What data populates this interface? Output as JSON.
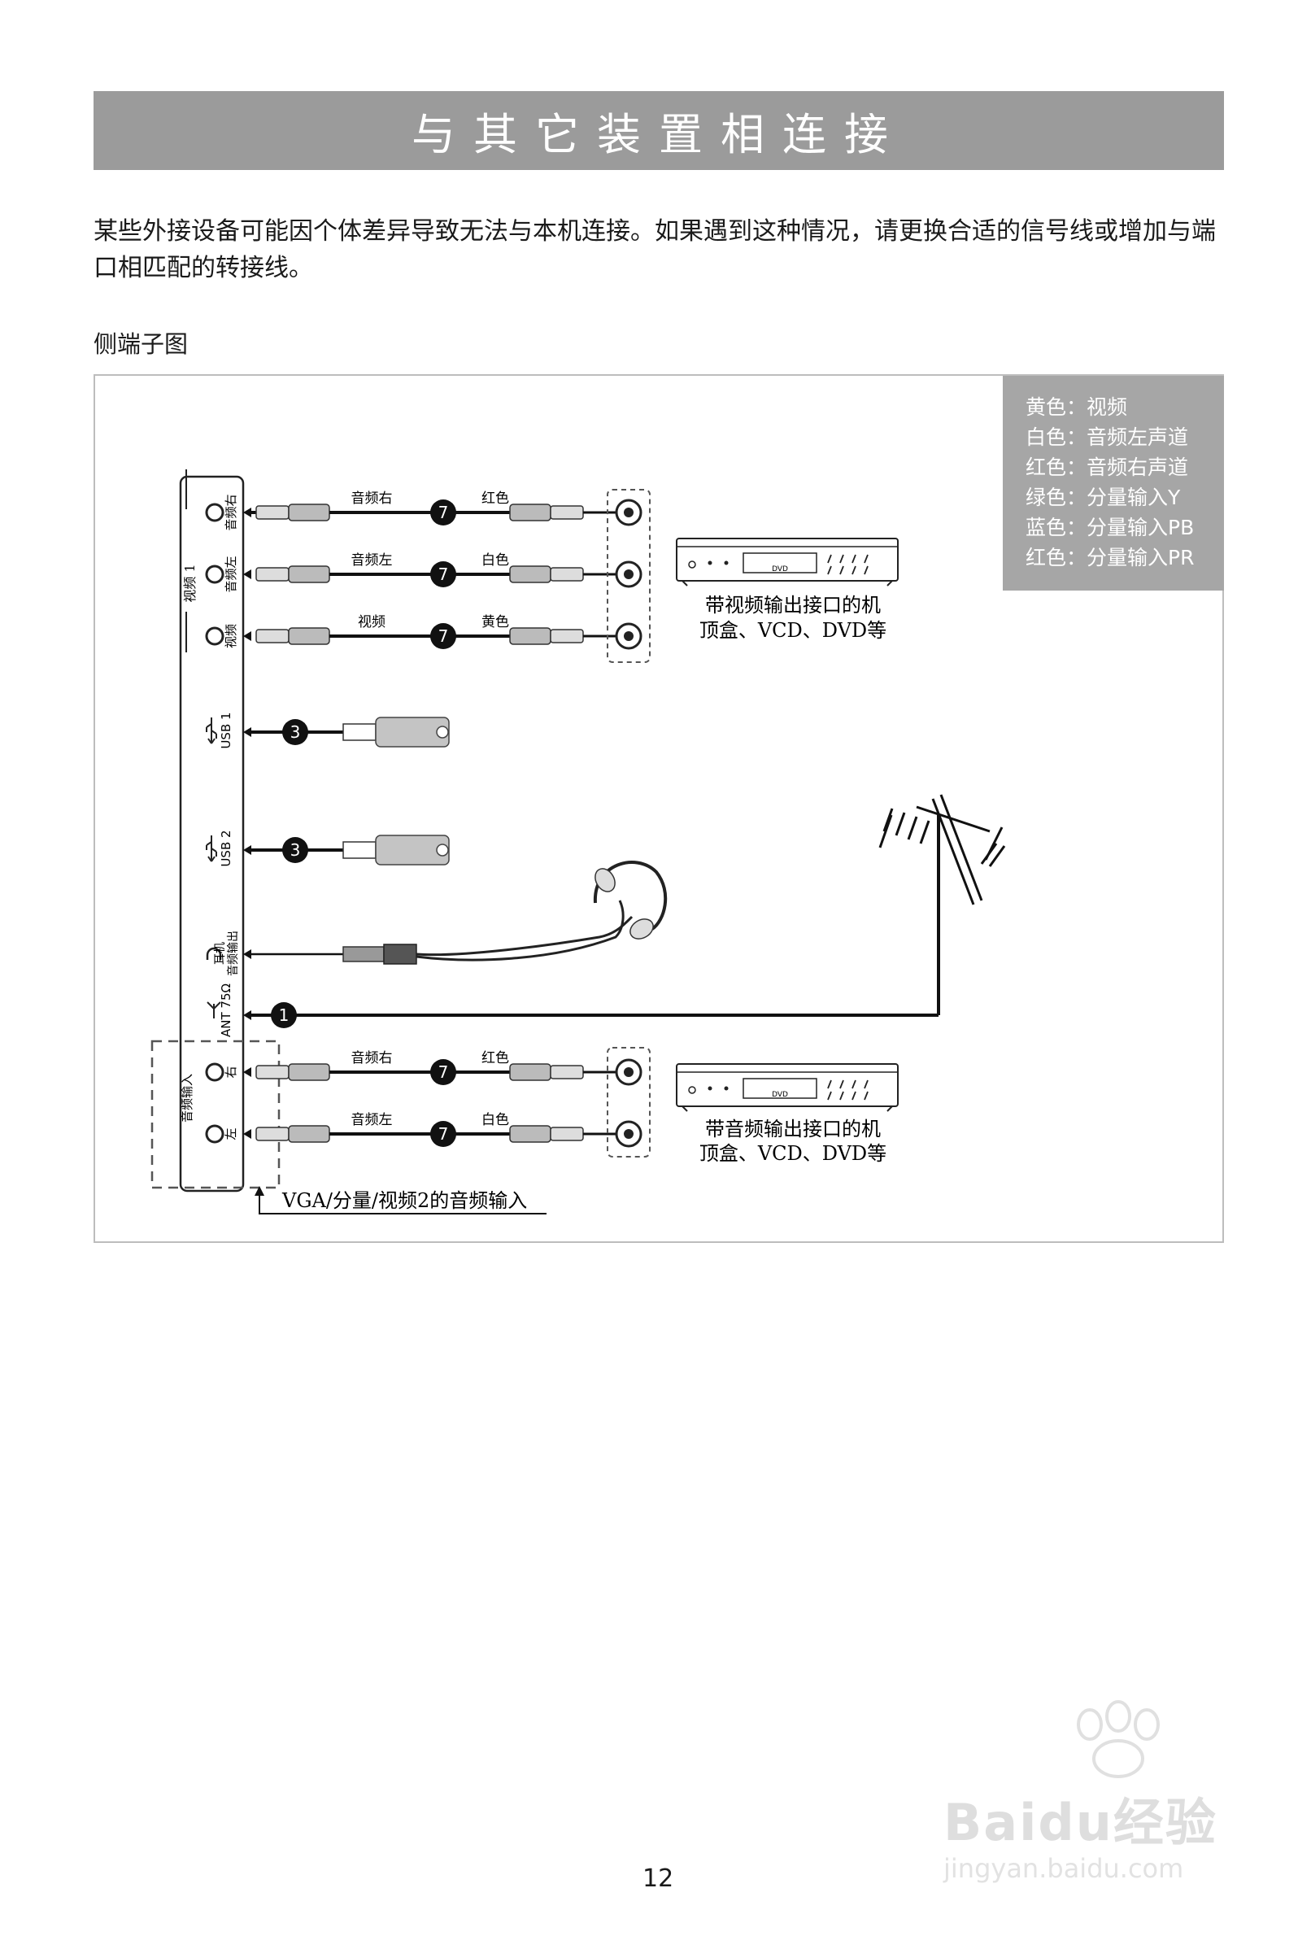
{
  "title": "与其它装置相连接",
  "intro": "某些外接设备可能因个体差异导致无法与本机连接。如果遇到这种情况，请更换合适的信号线或增加与端口相匹配的转接线。",
  "section_title": "侧端子图",
  "legend": [
    "黄色：视频",
    "白色：音频左声道",
    "红色：音频右声道",
    "绿色：分量输入Y",
    "蓝色：分量输入PB",
    "红色：分量输入PR"
  ],
  "panel_labels": {
    "video1_group": "视频 1",
    "audio_r_port": "音频右",
    "audio_l_port": "音频左",
    "video_port": "视频",
    "usb1": "USB 1",
    "usb2": "USB 2",
    "earphone": "耳机",
    "audio_out": "音频输出",
    "ant": "ANT 75Ω",
    "audio_in_group": "音频输入",
    "right": "右",
    "left": "左"
  },
  "cables": {
    "audio_right": "音频右",
    "red": "红色",
    "audio_left": "音频左",
    "white": "白色",
    "video": "视频",
    "yellow": "黄色"
  },
  "badges": {
    "rca": "7",
    "usb": "3",
    "ant": "1"
  },
  "device_video_caption": [
    "带视频输出接口的机",
    "顶盒、VCD、DVD等"
  ],
  "device_audio_caption": [
    "带音频输出接口的机",
    "顶盒、VCD、DVD等"
  ],
  "dvd_label": "DVD",
  "vga_note": "VGA/分量/视频2的音频输入",
  "page_number": "12",
  "watermark": {
    "logo": "Baidu经验",
    "url": "jingyan.baidu.com"
  }
}
